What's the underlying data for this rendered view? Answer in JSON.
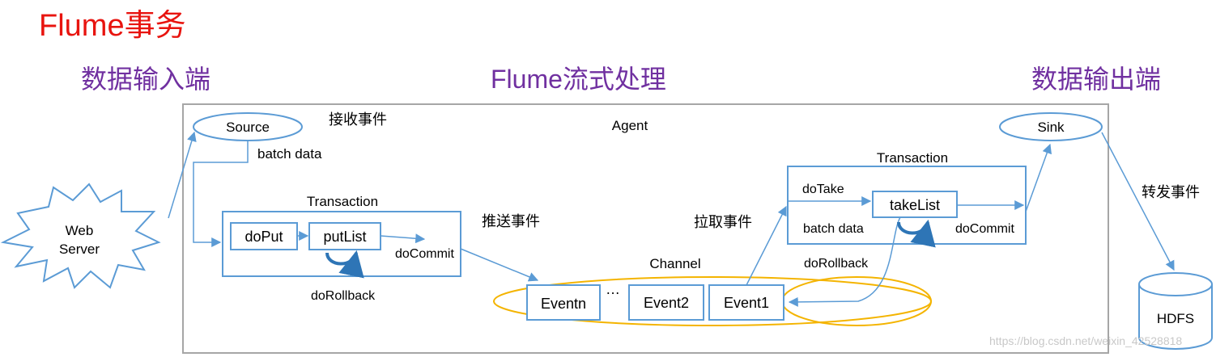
{
  "title": "Flume事务",
  "sections": {
    "input": "数据输入端",
    "process": "Flume流式处理",
    "output": "数据输出端"
  },
  "nodes": {
    "web_server": [
      "Web",
      "Server"
    ],
    "source": "Source",
    "sink": "Sink",
    "agent": "Agent",
    "channel": "Channel",
    "hdfs": "HDFS",
    "put_tx": {
      "title": "Transaction",
      "do_put": "doPut",
      "put_list": "putList",
      "do_commit": "doCommit",
      "do_rollback": "doRollback"
    },
    "take_tx": {
      "title": "Transaction",
      "do_take": "doTake",
      "take_list": "takeList",
      "batch_data": "batch data",
      "do_commit": "doCommit",
      "do_rollback": "doRollback"
    },
    "events": {
      "eventn": "Eventn",
      "ellipsis": "…",
      "event2": "Event2",
      "event1": "Event1"
    }
  },
  "labels": {
    "receive_event": "接收事件",
    "batch_data": "batch data",
    "push_event": "推送事件",
    "pull_event": "拉取事件",
    "forward_event": "转发事件"
  },
  "watermark": "https://blog.csdn.net/weixin_42528818"
}
